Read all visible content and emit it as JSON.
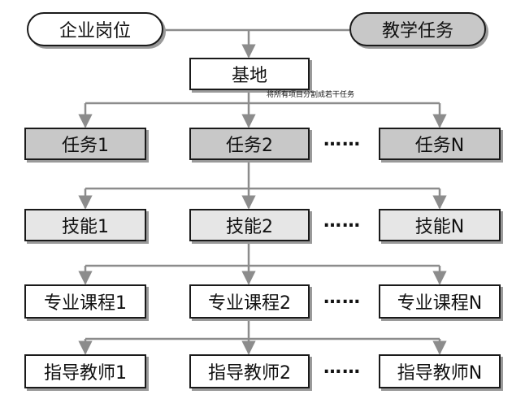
{
  "top": {
    "left_label": "企业岗位",
    "right_label": "教学任务"
  },
  "base": {
    "label": "基地",
    "note": "将所有项目分割成若干任务"
  },
  "rows": [
    {
      "key": "task",
      "items": [
        "任务1",
        "任务2",
        "任务N"
      ]
    },
    {
      "key": "skill",
      "items": [
        "技能1",
        "技能2",
        "技能N"
      ]
    },
    {
      "key": "course",
      "items": [
        "专业课程1",
        "专业课程2",
        "专业课程N"
      ]
    },
    {
      "key": "teacher",
      "items": [
        "指导教师1",
        "指导教师2",
        "指导教师N"
      ]
    }
  ],
  "ellipsis": "……",
  "colors": {
    "dark_fill": "#c8c8c8",
    "light_fill": "#e6e6e6",
    "arrow": "#8c8c8c"
  }
}
